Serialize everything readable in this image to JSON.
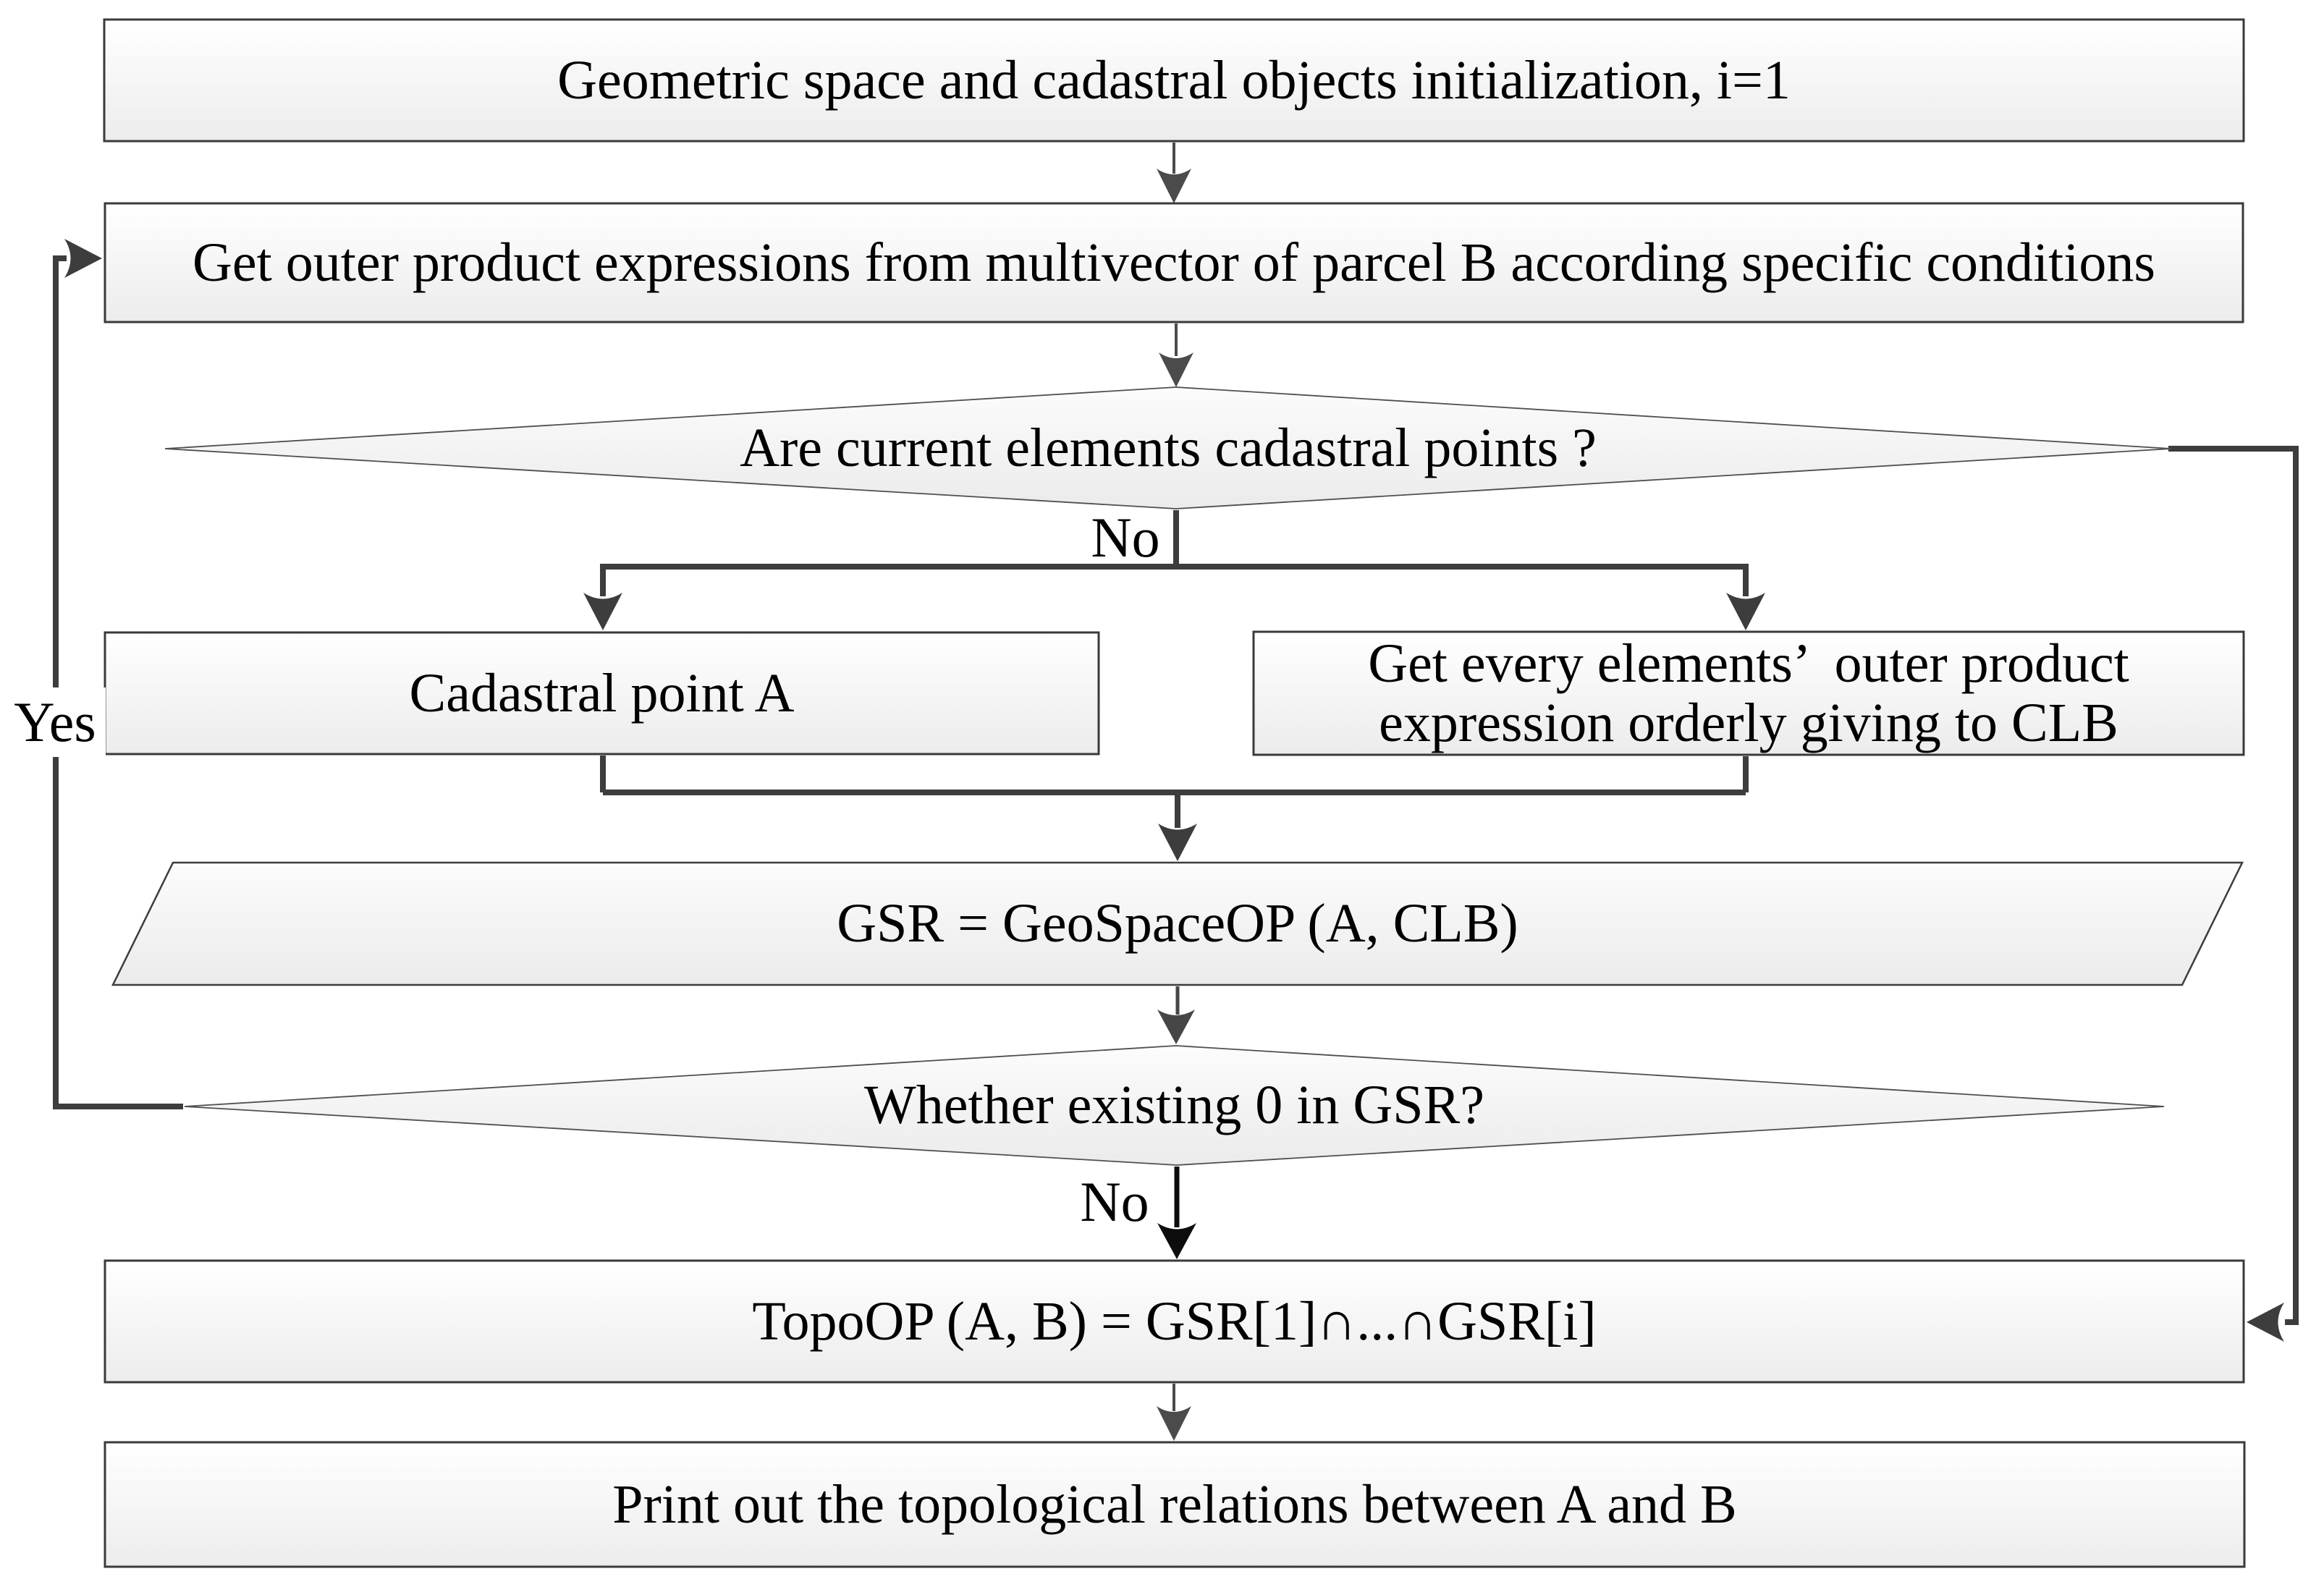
{
  "flowchart": {
    "nodes": {
      "init": {
        "label": "Geometric space and cadastral objects initialization, i=1"
      },
      "get_outer_product": {
        "label": "Get outer product expressions from multivector of parcel B according specific conditions"
      },
      "decision_cadastral_points": {
        "label": "Are current elements cadastral points ?"
      },
      "cadastral_point_a": {
        "label": "Cadastral point A"
      },
      "get_every_element": {
        "line1": "Get every elements’  outer product",
        "line2": "expression orderly giving to CLB"
      },
      "gsr_assign": {
        "label": "GSR = GeoSpaceOP (A, CLB)"
      },
      "decision_zero_in_gsr": {
        "label": "Whether existing 0 in GSR?"
      },
      "topo_op": {
        "label": "TopoOP (A, B) = GSR[1]∩...∩GSR[i]"
      },
      "print_out": {
        "label": "Print out the topological relations between A and B"
      }
    },
    "edge_labels": {
      "no_after_first_decision": "No",
      "no_after_second_decision": "No",
      "yes_loop": "Yes"
    },
    "colors": {
      "node_border": "#3a3a3a",
      "thin_outline": "#4f4f4f",
      "connector_thick": "#3d3d3d",
      "connector_thin": "#4b4b4b",
      "connector_black": "#0d0d0d",
      "fill_top": "#ffffff",
      "fill_bottom": "#ececec",
      "text": "#000000"
    }
  }
}
